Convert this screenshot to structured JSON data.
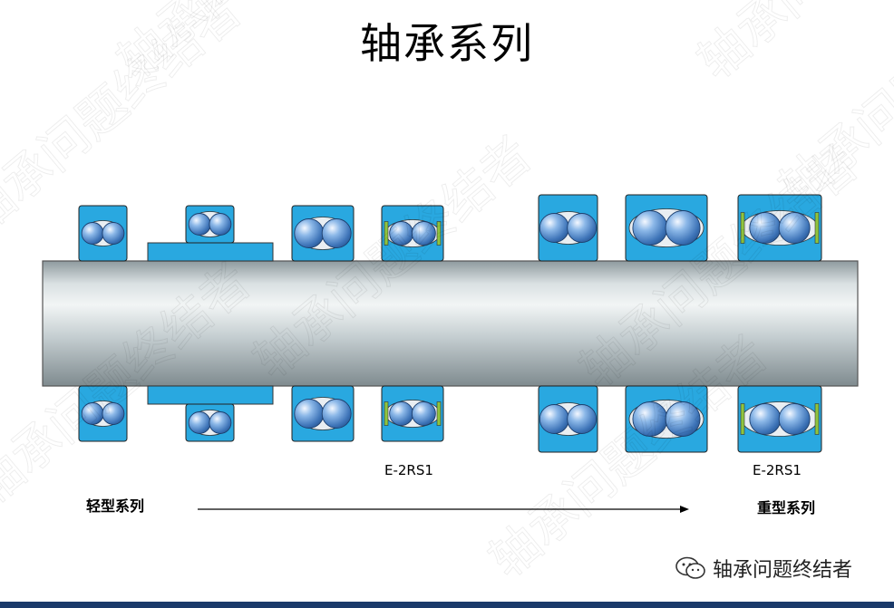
{
  "title": "轴承系列",
  "labels": {
    "light_series": "轻型系列",
    "heavy_series": "重型系列",
    "seal_code_1": "E-2RS1",
    "seal_code_2": "E-2RS1"
  },
  "footer": {
    "brand": "轴承问题终结者",
    "icon": "wechat-icon"
  },
  "watermark": {
    "text": "轴承问题终结者"
  },
  "colors": {
    "ring_blue": "#29a8e0",
    "ball_blue": "#4a86c8",
    "shaft_grey": "#c6cfd2",
    "seal_green": "#8fc43e"
  }
}
